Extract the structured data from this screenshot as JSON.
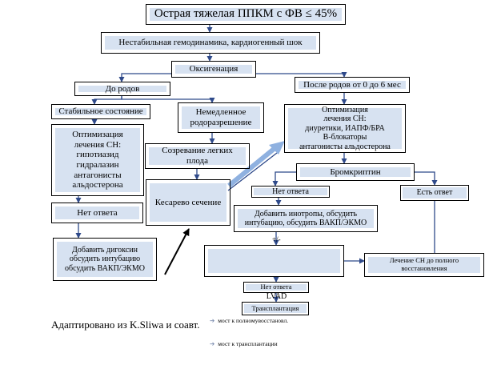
{
  "boxes": {
    "title": "Острая тяжелая ППКМ с ФВ ≤ 45%",
    "unstable": "Нестабильная гемодинамика, кардиогенный шок",
    "oxygen": "Оксигенация",
    "before_birth": "До родов",
    "after_birth": "После родов от 0 до 6 мес",
    "stable": "Стабильное состояние",
    "immediate": "Немедленное\nродоразрешение",
    "opt_left": "Оптимизация\nлечения СН:\nгипотиазид\nгидралазин\nантагонисты\nальдостерона",
    "opt_right": "Оптимизация\nлечения СН:\nдиуретики, ИАПФ/БРА\nВ-блокаторы\nантагонисты альдостерона",
    "lung": "Созревание легких\nплода",
    "bromo": "Бромкриптин",
    "caesarean": "Кесарево сечение",
    "no_response_mid": "Нет ответа",
    "response": "Есть ответ",
    "no_response_left": "Нет ответа",
    "inotropes": "Добавить инотропы, обсудить\nинтубацию, обсудить ВАКП/ЭКМО",
    "digoxin": "Добавить дигоксин\nобсудить интубацию\nобсудить ВАКП/ЭКМО",
    "lvad_title": "LVAD",
    "lvad_line1": "мост к полномувосстановл.",
    "lvad_line2": "мост к трансплантации",
    "recovery": "Лечение СН до полного\nвосстановления",
    "no_response_bottom": "Нет ответа",
    "transplant": "Трансплантация"
  },
  "plus_minus": "+/-",
  "caption": "Адаптировано из K.Sliwa и соавт.",
  "colors": {
    "box_fill": "#d7e2f1",
    "arrow_blue": "#2f4a8a",
    "big_arrow": "#8fb1e0"
  }
}
